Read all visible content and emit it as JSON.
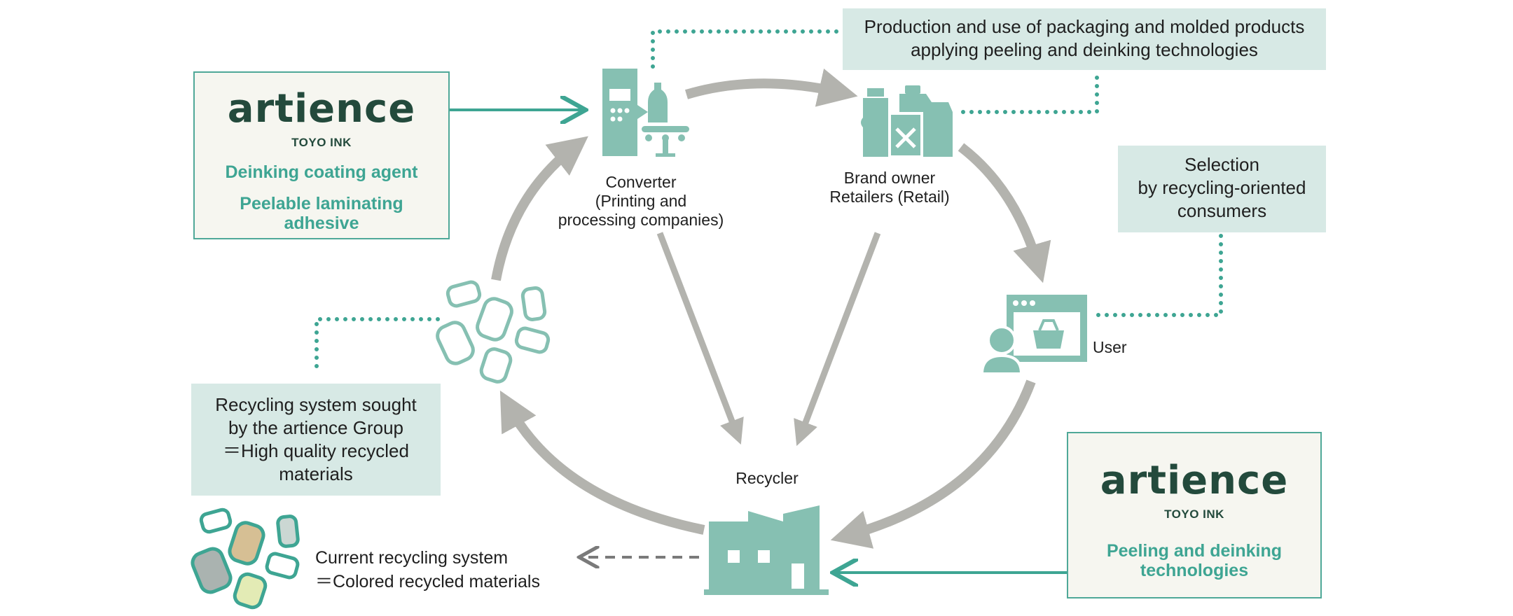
{
  "colors": {
    "teal": "#3ea593",
    "teal_icon": "#86c0b2",
    "dark_green": "#234a3c",
    "gray_arrow": "#b3b3ae",
    "note_bg": "#d7e9e5",
    "brand_bg": "#f6f6f0"
  },
  "brand_top": {
    "logo": "artience",
    "sub": "TOYO INK",
    "line1": "Deinking coating agent",
    "line2a": "Peelable laminating",
    "line2b": "adhesive"
  },
  "brand_bottom": {
    "logo": "artience",
    "sub": "TOYO INK",
    "line1": "Peeling and deinking",
    "line2": "technologies"
  },
  "notes": {
    "production": {
      "line1": "Production and use of packaging and molded products",
      "line2": "applying peeling and deinking technologies"
    },
    "selection": {
      "line1": "Selection",
      "line2": "by recycling-oriented",
      "line3": "consumers"
    },
    "recycling_system": {
      "line1": "Recycling system sought",
      "line2": "by the artience Group",
      "line3": "＝High quality recycled",
      "line4": "materials"
    }
  },
  "nodes": {
    "converter": {
      "line1": "Converter",
      "line2": "(Printing and",
      "line3": "processing companies)"
    },
    "brand_owner": {
      "line1": "Brand owner",
      "line2": "Retailers (Retail)"
    },
    "user": {
      "label": "User"
    },
    "recycler": {
      "label": "Recycler"
    }
  },
  "current_system": {
    "line1": "Current recycling system",
    "line2": "＝Colored recycled materials"
  }
}
